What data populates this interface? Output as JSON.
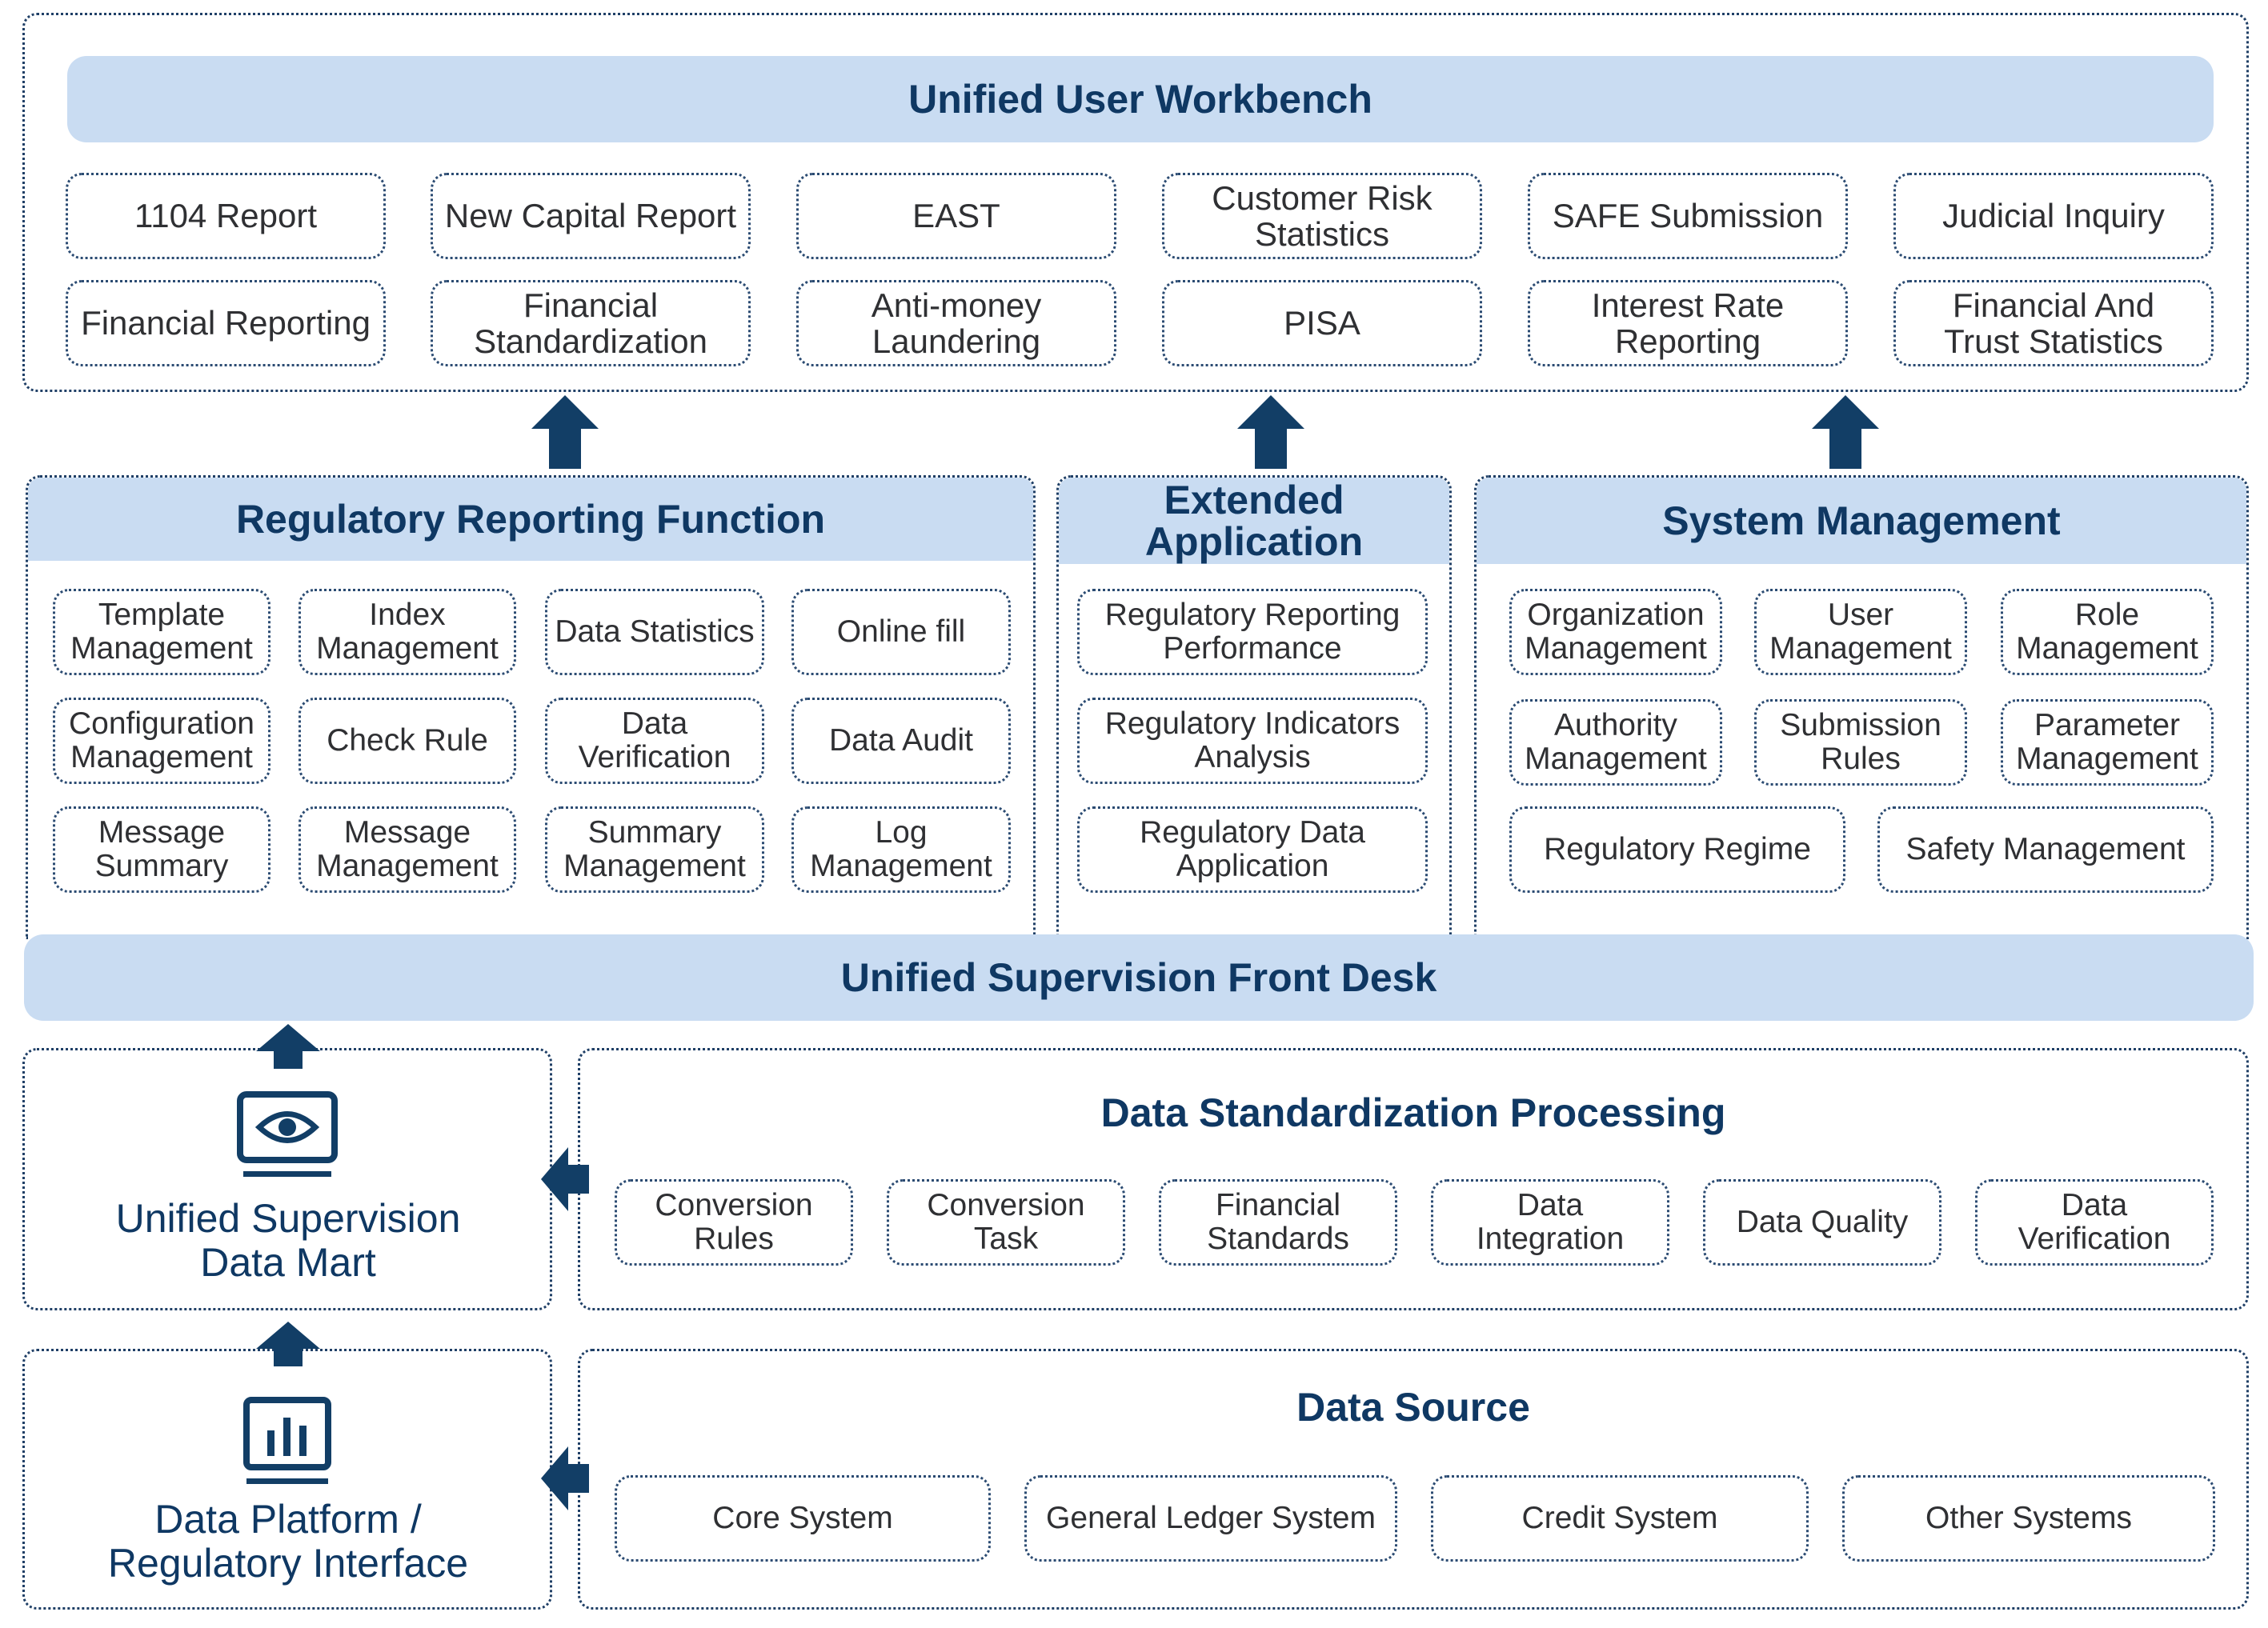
{
  "workbench": {
    "title": "Unified User Workbench",
    "items": [
      "1104 Report",
      "New Capital  Report",
      "EAST",
      "Customer Risk\nStatistics",
      "SAFE Submission",
      "Judicial Inquiry",
      "Financial Reporting",
      "Financial\nStandardization",
      "Anti-money\nLaundering",
      "PISA",
      "Interest Rate\nReporting",
      "Financial And\nTrust Statistics"
    ]
  },
  "regulatory": {
    "title": "Regulatory Reporting Function",
    "items": [
      "Template\nManagement",
      "Index\nManagement",
      "Data Statistics",
      "Online fill",
      "Configuration\nManagement",
      "Check Rule",
      "Data\nVerification",
      "Data Audit",
      "Message\nSummary",
      "Message\nManagement",
      "Summary\nManagement",
      "Log\nManagement"
    ]
  },
  "extended": {
    "title": "Extended\nApplication",
    "items": [
      "Regulatory Reporting\nPerformance",
      "Regulatory Indicators\nAnalysis",
      "Regulatory Data\nApplication"
    ]
  },
  "system": {
    "title": "System Management",
    "items": [
      "Organization\nManagement",
      "User\nManagement",
      "Role\nManagement",
      "Authority\nManagement",
      "Submission\nRules",
      "Parameter\nManagement"
    ],
    "wide_items": [
      "Regulatory Regime",
      "Safety Management"
    ]
  },
  "front_desk": {
    "title": "Unified Supervision Front Desk"
  },
  "data_mart": {
    "title": "Unified Supervision\nData Mart",
    "icon": "eye-monitor-icon"
  },
  "standardization": {
    "title": "Data Standardization Processing",
    "items": [
      "Conversion\nRules",
      "Conversion\nTask",
      "Financial\nStandards",
      "Data\nIntegration",
      "Data Quality",
      "Data\nVerification"
    ]
  },
  "platform": {
    "title": "Data Platform /\nRegulatory Interface",
    "icon": "bar-chart-monitor-icon"
  },
  "data_source": {
    "title": "Data Source",
    "items": [
      "Core System",
      "General Ledger System",
      "Credit System",
      "Other Systems"
    ]
  },
  "colors": {
    "band": "#c9dcf2",
    "title": "#0f3863",
    "arrow": "#123e66",
    "border": "#1f3f66"
  }
}
